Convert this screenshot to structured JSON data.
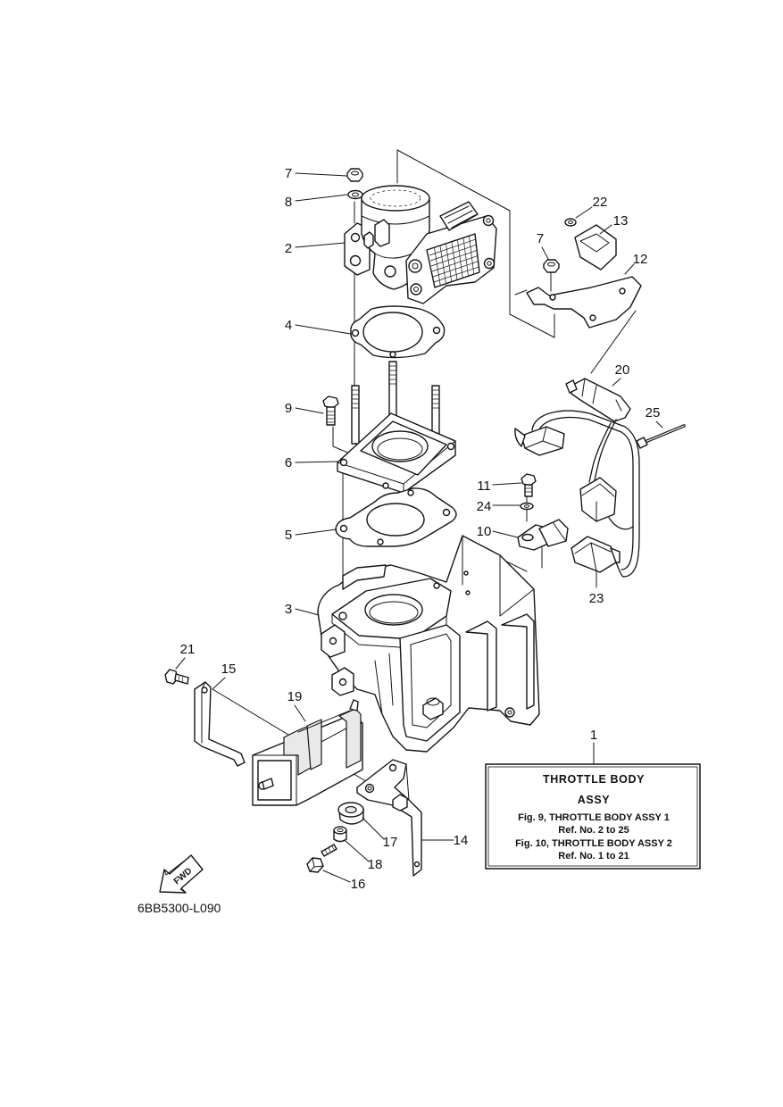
{
  "callouts": [
    "7",
    "8",
    "2",
    "4",
    "9",
    "6",
    "5",
    "3",
    "21",
    "15",
    "19",
    "22",
    "13",
    "7",
    "12",
    "20",
    "25",
    "11",
    "24",
    "10",
    "23",
    "1",
    "17",
    "14",
    "18",
    "16"
  ],
  "info_box": {
    "title": "THROTTLE BODY",
    "subtitle": "ASSY",
    "lines": [
      "Fig. 9, THROTTLE BODY ASSY 1",
      "Ref. No. 2 to 25",
      "Fig. 10, THROTTLE BODY ASSY 2",
      "Ref. No. 1 to 21"
    ]
  },
  "fwd_arrow": "FWD",
  "drawing_code": "6BB5300-L090"
}
